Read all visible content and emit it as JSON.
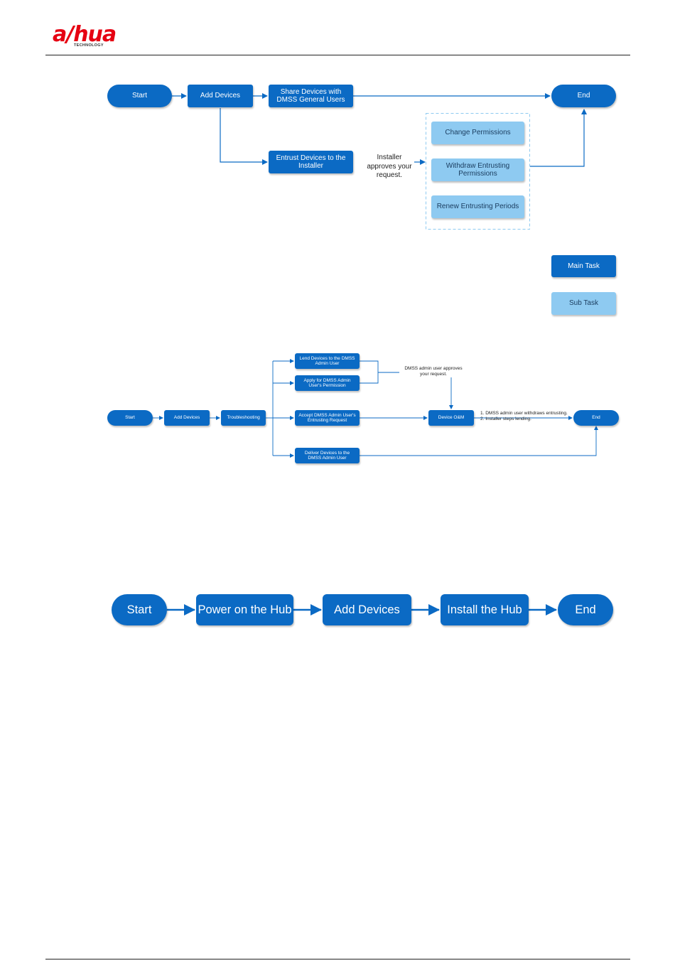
{
  "header": {
    "logo_text": "a/hua",
    "logo_sub": "TECHNOLOGY"
  },
  "diagram1": {
    "start": "Start",
    "add_devices": "Add Devices",
    "share_devices": "Share Devices with DMSS General Users",
    "entrust_devices": "Entrust Devices to the Installer",
    "installer_note": "Installer approves your request.",
    "change_permissions": "Change Permissions",
    "withdraw_permissions": "Withdraw Entrusting Permissions",
    "renew_periods": "Renew Entrusting Periods",
    "end": "End"
  },
  "legend": {
    "main_task": "Main Task",
    "sub_task": "Sub Task"
  },
  "diagram2": {
    "start": "Start",
    "add_devices": "Add Devices",
    "troubleshooting": "Troubleshooting",
    "lend_devices": "Lend Devices to the DMSS Admin User",
    "apply_permission": "Apply for DMSS Admin User's Permission",
    "accept_request": "Accept DMSS Admin User's Entrusting Request",
    "deliver_devices": "Deliver Devices to the DMSS Admin User",
    "admin_note": "DMSS admin user approves your request.",
    "device_om": "Device O&M",
    "end_note_1": "1. DMSS admin user withdraws entrusting.",
    "end_note_2": "2. Installer steps lending.",
    "end": "End"
  },
  "diagram3": {
    "start": "Start",
    "power_on": "Power on the Hub",
    "add_devices": "Add Devices",
    "install_hub": "Install the Hub",
    "end": "End"
  },
  "colors": {
    "main_task": "#0b6ac4",
    "sub_task": "#8ecaf1",
    "logo": "#e60012"
  }
}
